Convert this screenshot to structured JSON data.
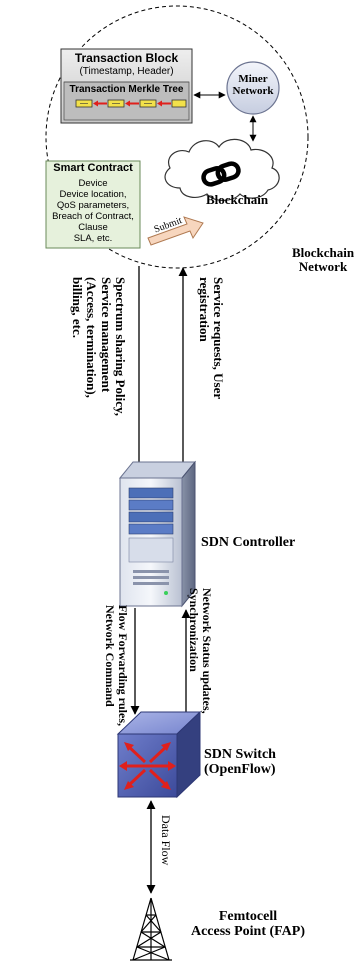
{
  "blockchain_network": {
    "label_line1": "Blockchain",
    "label_line2": "Network",
    "transaction_block": {
      "title": "Transaction Block",
      "subtitle": "(Timestamp, Header)",
      "merkle_title": "Transaction Merkle Tree"
    },
    "miner_network": {
      "line1": "Miner",
      "line2": "Network"
    },
    "blockchain_label": "Blockchain",
    "submit_label": "Submit",
    "smart_contract": {
      "title": "Smart Contract",
      "lines": [
        "Device",
        "Device location,",
        "QoS parameters,",
        "Breach of Contract,",
        "Clause",
        "SLA, etc."
      ]
    }
  },
  "downlink_label": {
    "lines": [
      "Spectrum sharing Policy,",
      "Service management",
      "(Access, termination),",
      "billing, etc."
    ]
  },
  "uplink_label": {
    "lines": [
      "Service requests, User",
      "registration"
    ]
  },
  "sdn_controller_label": "SDN Controller",
  "flow_rules_label": {
    "lines": [
      "Flow Forwarding rules,",
      "Network Command"
    ]
  },
  "status_label": {
    "lines": [
      "Network Status updates,",
      "Synchronization"
    ]
  },
  "sdn_switch_label": {
    "line1": "SDN Switch",
    "line2": "(OpenFlow)"
  },
  "data_flow_label": "Data Flow",
  "fap_label": {
    "line1": "Femtocell",
    "line2": "Access Point (FAP)"
  },
  "colors": {
    "accent_red": "#e0201c",
    "switch_blue": "#5566b8",
    "contract_green": "#e6f1dc",
    "block_gray": "#d9d9d9"
  }
}
